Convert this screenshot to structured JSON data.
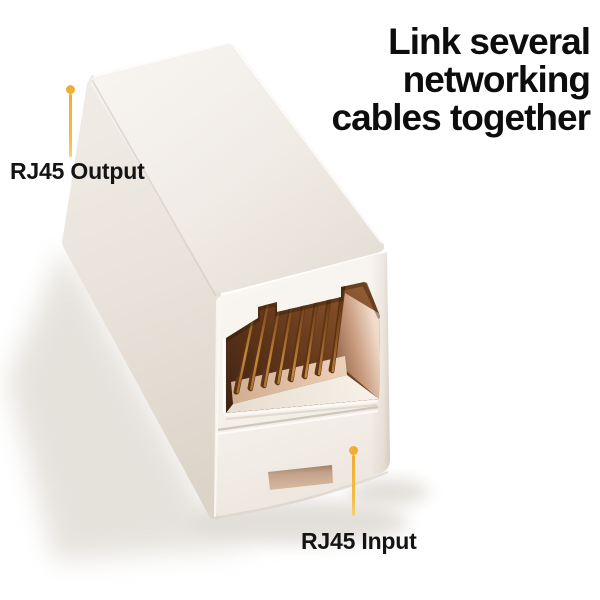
{
  "heading": {
    "text": "Link several networking cables together",
    "lines": [
      "Link several",
      "networking",
      "cables together"
    ],
    "color": "#0d0d0d"
  },
  "annotations": {
    "output": {
      "label": "RJ45 Output"
    },
    "input": {
      "label": "RJ45 Input"
    },
    "arrow_color": "#F1AE35"
  },
  "product": {
    "type": "White RJ45 network cable coupler with gold pins",
    "body_color": "#F2EDE7",
    "port": {
      "pins": 8,
      "pin_color": "#9A6228",
      "cavity_color": "#5F3519"
    }
  }
}
